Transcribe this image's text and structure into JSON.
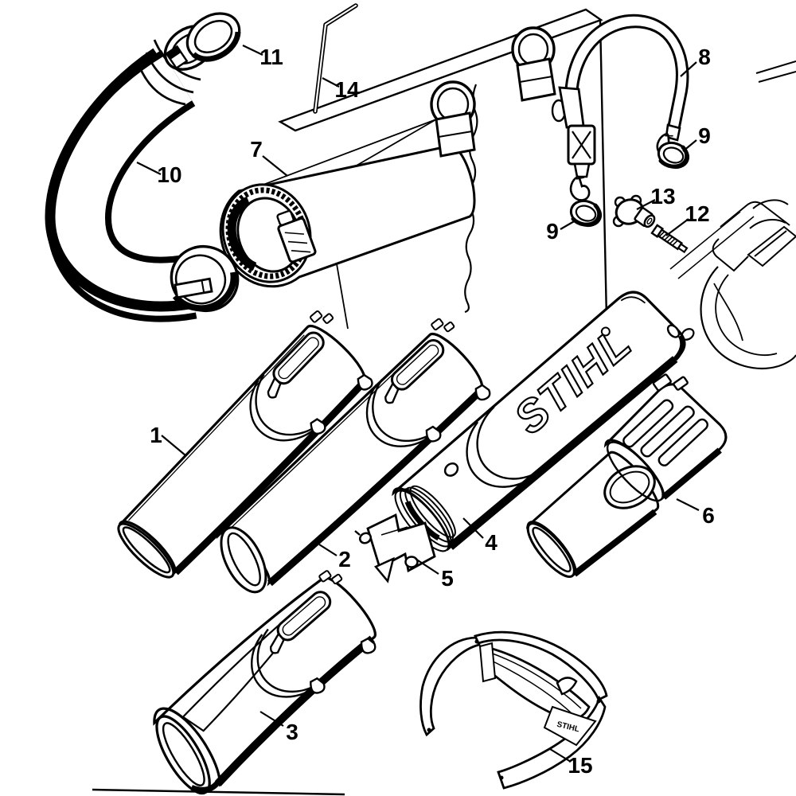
{
  "colors": {
    "ink": "#000000",
    "paper": "#ffffff"
  },
  "branding": {
    "tube_logo": "STIHL",
    "glasses_logo": "STIHL"
  },
  "callouts": [
    {
      "part": "blower-tube-round-end",
      "label": "1"
    },
    {
      "part": "blower-tube-oval-end",
      "label": "2"
    },
    {
      "part": "flat-nozzle",
      "label": "3"
    },
    {
      "part": "branded-vacuum-tube",
      "label": "4"
    },
    {
      "part": "clamp-bracket",
      "label": "5"
    },
    {
      "part": "connector-sleeve",
      "label": "6"
    },
    {
      "part": "intake-cone",
      "label": "7"
    },
    {
      "part": "shoulder-strap",
      "label": "8"
    },
    {
      "part": "ring-right",
      "label": "9"
    },
    {
      "part": "ring-left",
      "label": "9"
    },
    {
      "part": "suction-hose",
      "label": "10"
    },
    {
      "part": "hose-ring",
      "label": "11"
    },
    {
      "part": "screw",
      "label": "12"
    },
    {
      "part": "knob",
      "label": "13"
    },
    {
      "part": "hex-wrench",
      "label": "14"
    },
    {
      "part": "safety-glasses",
      "label": "15"
    }
  ]
}
